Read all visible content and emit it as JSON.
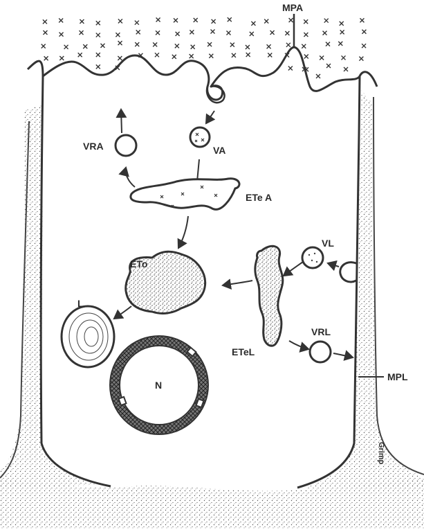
{
  "diagram": {
    "labels": {
      "mpa": "MPA",
      "vra": "VRA",
      "va": "VA",
      "etea": "ETe A",
      "eto": "ETo",
      "vl": "VL",
      "l": "L",
      "vrl": "VRL",
      "etel": "ETeL",
      "n": "N",
      "mpl": "MPL",
      "signature": "Grimp"
    },
    "colors": {
      "ink": "#3a3a3a",
      "paper": "#ffffff",
      "stipple": "#555555"
    }
  }
}
